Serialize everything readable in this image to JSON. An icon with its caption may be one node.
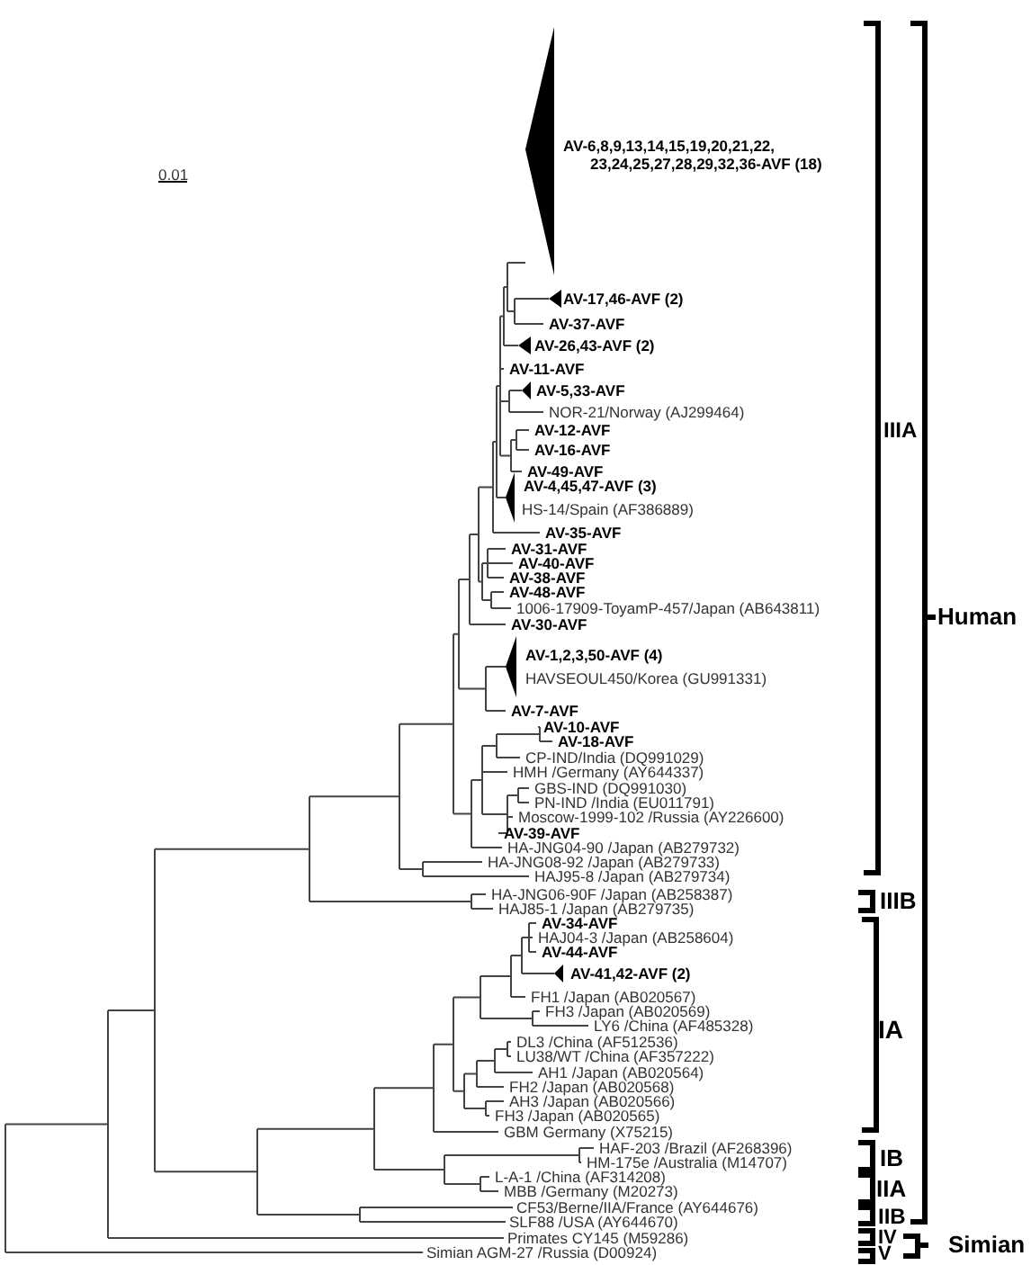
{
  "diagram": {
    "labels": [
      "0.01",
      "AV-6,8,9,13,14,15,19,20,21,22, 23,24,25,27,28,29,32,36-AVF (18)",
      "AV-17,46-AVF (2)",
      "AV-37-AVF",
      "AV-26,43-AVF (2)",
      "AV-11-AVF",
      "AV-5,33-AVF",
      "NOR-21/Norway (AJ299464)",
      "AV-12-AVF",
      "AV-16-AVF",
      "AV-49-AVF",
      "AV-4,45,47-AVF (3)",
      "HS-14/Spain (AF386889)",
      "AV-35-AVF",
      "AV-31-AVF",
      "AV-40-AVF",
      "AV-38-AVF",
      "AV-48-AVF",
      "1006-17909-ToyamP-457/Japan (AB643811)",
      "AV-30-AVF",
      "AV-1,2,3,50-AVF (4)",
      "HAVSEOUL450/Korea (GU991331)",
      "AV-7-AVF",
      "AV-10-AVF",
      "AV-18-AVF",
      "CP-IND/India (DQ991029)",
      "HMH /Germany (AY644337)",
      "GBS-IND (DQ991030)",
      "PN-IND /India (EU011791)",
      "Moscow-1999-102 /Russia (AY226600)",
      "AV-39-AVF",
      "HA-JNG04-90 /Japan (AB279732)",
      "HA-JNG08-92 /Japan (AB279733)",
      "HAJ95-8 /Japan (AB279734)",
      "HA-JNG06-90F /Japan (AB258387)",
      "HAJ85-1 /Japan (AB279735)",
      "AV-34-AVF",
      "HAJ04-3 /Japan (AB258604)",
      "AV-44-AVF",
      "AV-41,42-AVF (2)",
      "FH1 /Japan (AB020567)",
      "FH3 /Japan (AB020569)",
      "LY6 /China (AF485328)",
      "DL3 /China (AF512536)",
      "LU38/WT /China (AF357222)",
      "AH1 /Japan (AB020564)",
      "FH2 /Japan (AB020568)",
      "AH3 /Japan (AB020566)",
      "FH3 /Japan (AB020565)",
      "GBM Germany (X75215)",
      "HAF-203 /Brazil (AF268396)",
      "HM-175e /Australia (M14707)",
      "L-A-1 /China (AF314208)",
      "MBB /Germany (M20273)",
      "CF53/Berne/IIA/France (AY644676)",
      "SLF88 /USA (AY644670)",
      "Primates CY145 (M59286)",
      "Simian AGM-27 /Russia (D00924)",
      "IIIA",
      "IIIB",
      "IA",
      "IB",
      "IIA",
      "IIB",
      "IV",
      "V",
      "Human",
      "Simian"
    ]
  }
}
